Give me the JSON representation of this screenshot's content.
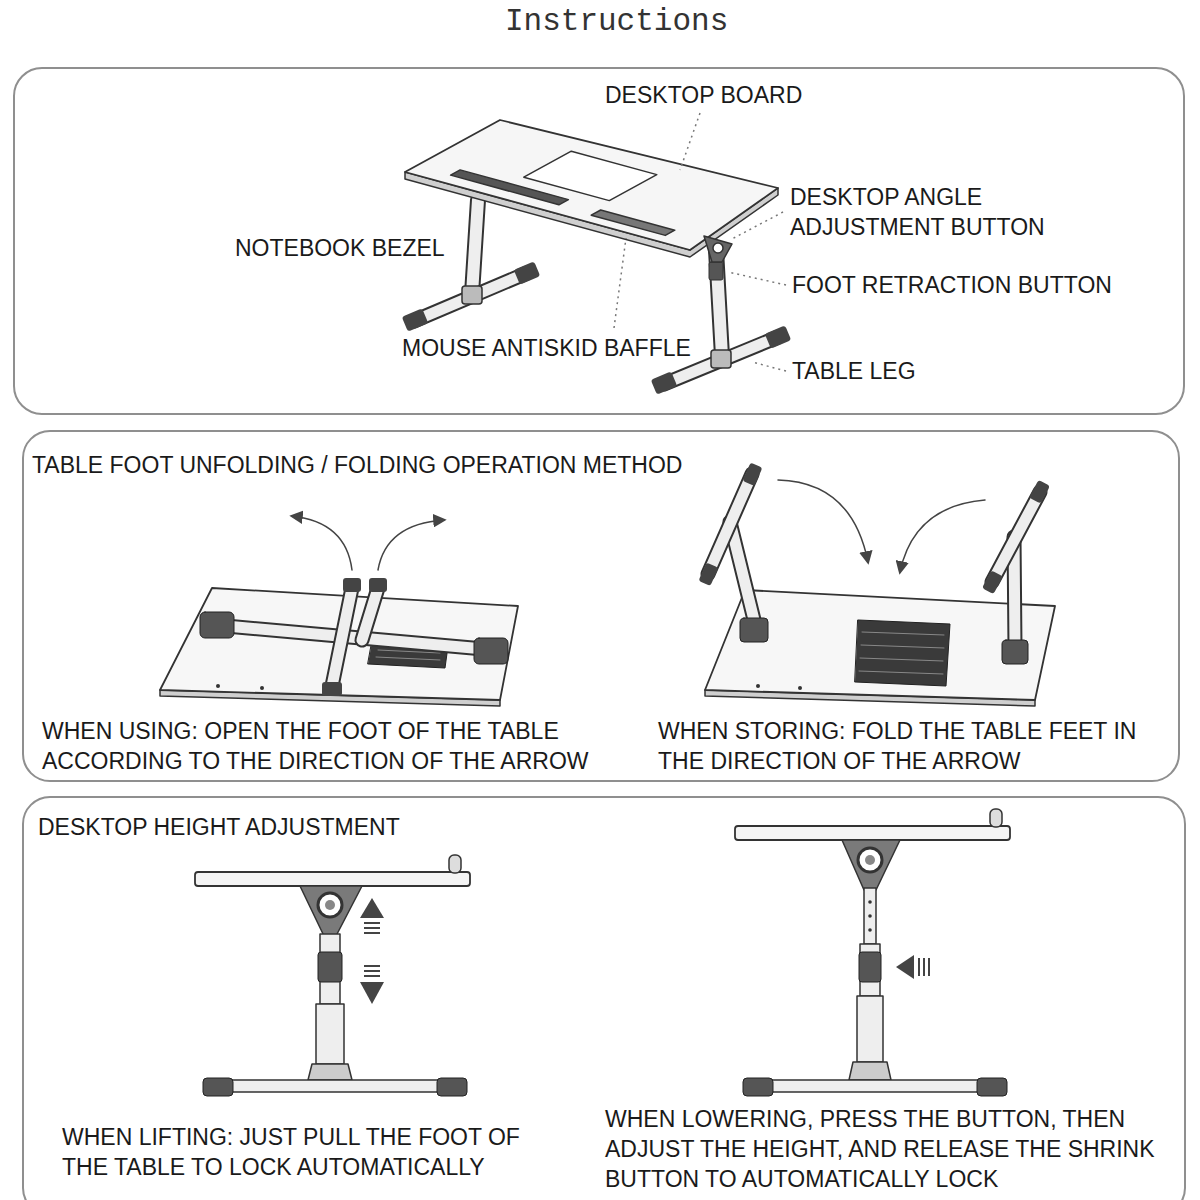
{
  "diagram": {
    "title": "Instructions",
    "nodes": [
      {
        "text": [
          "TABLE FOOT UNFOLDING / FOLDING OPERATION METHOD",
          "WHEN USING: OPEN THE FOOT OF THE TABLE ACCORDING TO THE DIRECTION OF THE ARROW",
          "WHEN STORING: FOLD THE TABLE FEET IN THE DIRECTION OF THE ARROW"
        ]
      },
      {
        "text": [
          "DESKTOP HEIGHT ADJUSTMENT",
          "WHEN LIFTING: JUST PULL THE FOOT OF THE TABLE TO LOCK AUTOMATICALLY",
          "WHEN LOWERING, PRESS THE BUTTON, THEN ADJUST THE HEIGHT, AND RELEASE THE SHRINK BUTTON TO AUTOMATICALLY LOCK"
        ]
      }
    ],
    "labels": [
      "DESKTOP BOARD",
      "DESKTOP ANGLE ADJUSTMENT BUTTON",
      "FOOT RETRACTION BUTTON",
      "NOTEBOOK BEZEL",
      "MOUSE ANTISKID BAFFLE",
      "TABLE LEG"
    ]
  }
}
